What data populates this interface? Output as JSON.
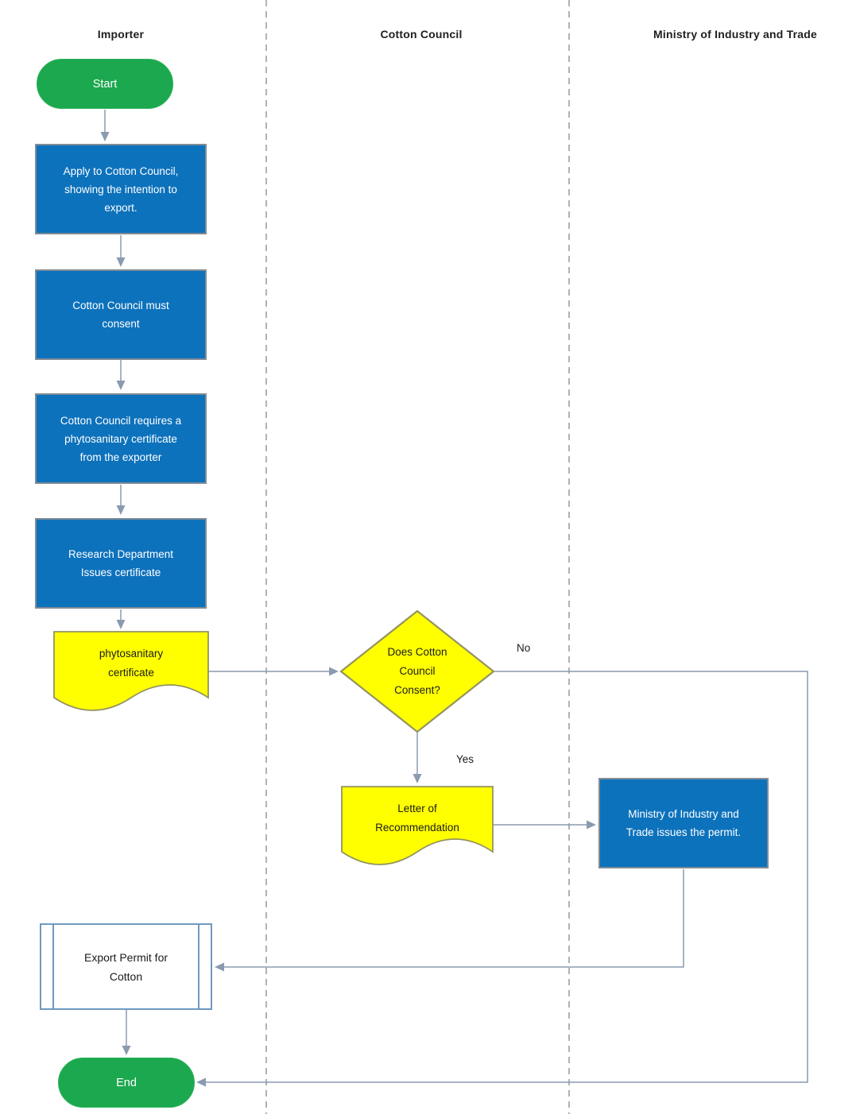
{
  "lanes": [
    {
      "label": "Importer"
    },
    {
      "label": "Cotton Council"
    },
    {
      "label": "Ministry of Industry and Trade"
    }
  ],
  "nodes": {
    "start": {
      "type": "terminator",
      "label": "Start"
    },
    "apply": {
      "type": "process",
      "label": "Apply to Cotton Council,\nshowing the intention to\nexport."
    },
    "consent": {
      "type": "process",
      "label": "Cotton Council must\nconsent"
    },
    "requires_cert": {
      "type": "process",
      "label": "Cotton Council requires a\nphytosanitary certificate\nfrom the exporter"
    },
    "research_issues": {
      "type": "process",
      "label": "Research Department\nIssues certificate"
    },
    "phyto_certificate": {
      "type": "document",
      "label": "phytosanitary\ncertificate"
    },
    "consent_decision": {
      "type": "decision",
      "label": "Does Cotton\nCouncil\nConsent?"
    },
    "letter": {
      "type": "document",
      "label": "Letter of\nRecommendation"
    },
    "ministry_issues": {
      "type": "process",
      "label": "Ministry of Industry and\nTrade issues the permit."
    },
    "export_permit": {
      "type": "predefined_process",
      "label": "Export Permit for\nCotton"
    },
    "end": {
      "type": "terminator",
      "label": "End"
    }
  },
  "edge_labels": {
    "no": "No",
    "yes": "Yes"
  },
  "colors": {
    "terminator_fill": "#1CA84E",
    "process_fill": "#0D72BC",
    "process_border": "#7F8C96",
    "document_fill": "#FFFF00",
    "decision_fill": "#FFFF00",
    "yellow_shape_border": "#94945F",
    "connector": "#8A9AB0",
    "predefined_border": "#6E99C0",
    "lane_divider": "#AAB4BC",
    "text_on_dark": "#FFFFFF",
    "text_on_light": "#1B1B1B"
  }
}
